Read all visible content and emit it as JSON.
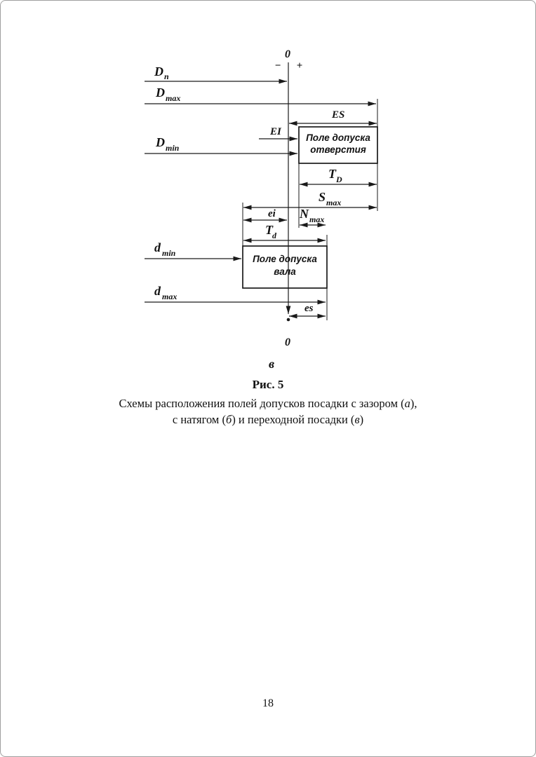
{
  "page": {
    "number": "18"
  },
  "figure": {
    "axis_top_zero": "0",
    "axis_minus": "−",
    "axis_plus": "+",
    "axis_bottom_zero": "0",
    "subfigure_label": "в",
    "labels": {
      "Dn": {
        "base": "D",
        "sub": "n"
      },
      "Dmax": {
        "base": "D",
        "sub": "max"
      },
      "ES": "ES",
      "EI": "EI",
      "Dmin": {
        "base": "D",
        "sub": "min"
      },
      "TD": {
        "base": "T",
        "sub": "D"
      },
      "Smax": {
        "base": "S",
        "sub": "max"
      },
      "ei": "ei",
      "Nmax": {
        "base": "N",
        "sub": "max"
      },
      "Td": {
        "base": "T",
        "sub": "d"
      },
      "dmin": {
        "base": "d",
        "sub": "min"
      },
      "dmax": {
        "base": "d",
        "sub": "max"
      },
      "es": "es"
    },
    "hole_tolerance_box": {
      "line1": "Поле допуска",
      "line2": "отверстия"
    },
    "shaft_tolerance_box": {
      "line1": "Поле допуска",
      "line2": "вала"
    }
  },
  "caption": {
    "figure_label": "Рис. 5",
    "line1_text": "Схемы расположения полей допусков посадки с зазором (",
    "line1_italic": "а",
    "line1_end": "),",
    "line2_text": "с натягом (",
    "line2_italic1": "б",
    "line2_mid": ") и переходной посадки (",
    "line2_italic2": "в",
    "line2_end": ")"
  }
}
